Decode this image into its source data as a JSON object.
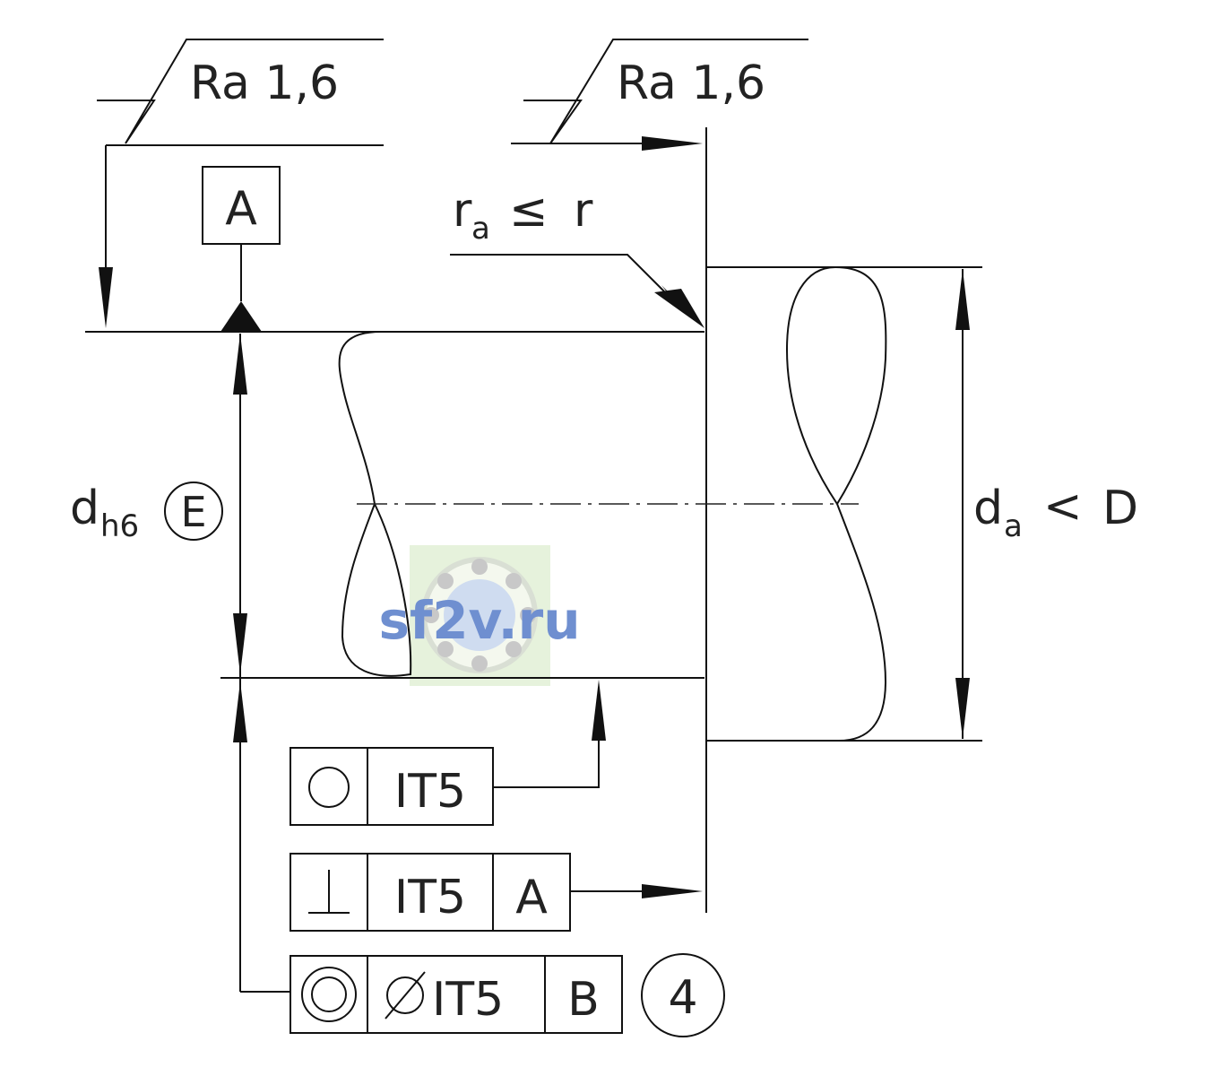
{
  "drawing": {
    "roughness_left": "Ra 1,6",
    "roughness_right": "Ra 1,6",
    "datum_label": "A",
    "radius_note": {
      "r_sub": "a",
      "r_main": "r",
      "relation": "≤",
      "right": "r"
    },
    "shaft_diameter": {
      "main": "d",
      "sub": "h6",
      "envelope": "E"
    },
    "shoulder_diameter": {
      "main": "d",
      "sub": "a",
      "relation": "<",
      "right": "D"
    },
    "fcf_roundness": {
      "symbol": "○",
      "tolerance": "IT5"
    },
    "fcf_perpendicularity": {
      "symbol": "⊥",
      "tolerance": "IT5",
      "datum": "A"
    },
    "fcf_concentricity": {
      "symbol": "◎",
      "diameter_symbol": "⌀",
      "tolerance": "IT5",
      "datum": "B"
    },
    "note_number": "4",
    "watermark": "sf2v.ru"
  },
  "colors": {
    "line": "#111111",
    "watermark_text": "#6f8fd0",
    "watermark_bg": "#e6f2dc"
  }
}
